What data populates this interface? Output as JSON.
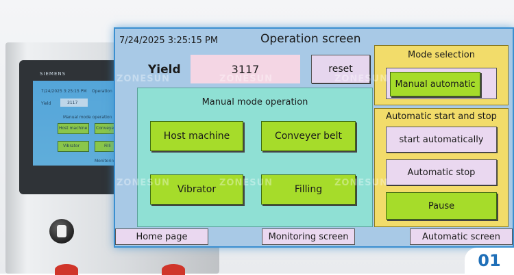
{
  "brand_mini": "SIEMENS",
  "watermark": "ZONESUN",
  "hmi": {
    "datetime": "7/24/2025 3:25:15 PM",
    "title": "Operation screen",
    "yield_label": "Yield",
    "yield_value": "3117",
    "reset_label": "reset"
  },
  "manual_panel": {
    "title": "Manual mode operation",
    "buttons": [
      "Host machine",
      "Conveyer belt",
      "Vibrator",
      "Filling"
    ]
  },
  "mode_panel": {
    "title": "Mode selection",
    "button": "Manual automatic"
  },
  "auto_panel": {
    "title": "Automatic start and stop",
    "start": "start automatically",
    "stop": "Automatic stop",
    "pause": "Pause"
  },
  "nav": {
    "home": "Home page",
    "monitoring": "Monitoring screen",
    "automatic": "Automatic screen"
  },
  "mini_screen": {
    "title": "Operation",
    "yield_label": "Yield",
    "yield_value": "3117",
    "subtitle": "Manual mode operation",
    "buttons": [
      "Host machine",
      "Conveyer",
      "Vibrator",
      "Filli"
    ],
    "nav_monitoring": "Monitoring"
  },
  "page_number": "01",
  "colors": {
    "screen_bg": "#a8c9e6",
    "green_button": "#a6dc2a",
    "panel_yellow": "#f2dc6a",
    "panel_teal": "#8fe0d4",
    "lavender": "#ead8f0",
    "badge_blue": "#1f6fb8"
  }
}
